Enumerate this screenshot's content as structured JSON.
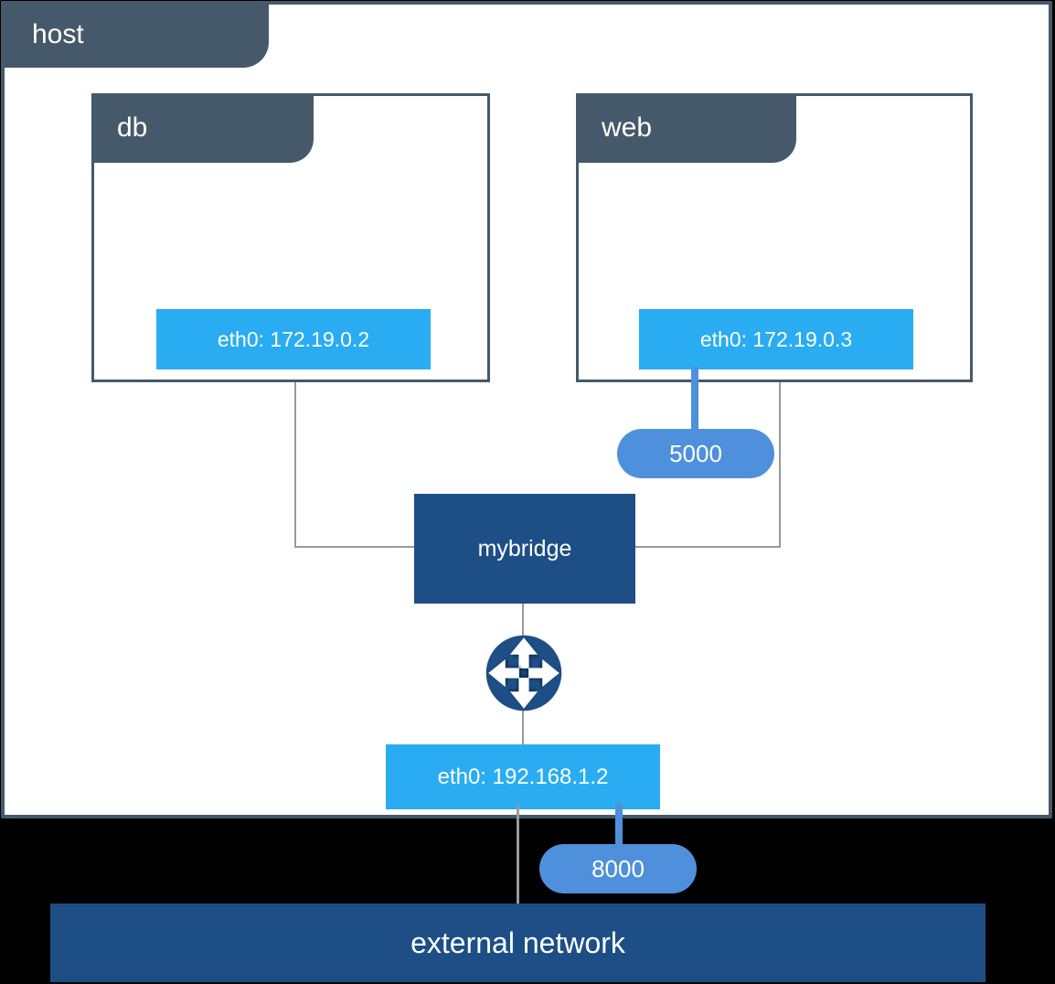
{
  "diagram": {
    "host": {
      "label": "host"
    },
    "containers": [
      {
        "name": "db",
        "interface": "eth0: 172.19.0.2"
      },
      {
        "name": "web",
        "interface": "eth0: 172.19.0.3"
      }
    ],
    "bridge": {
      "label": "mybridge"
    },
    "ports": [
      {
        "label": "5000"
      },
      {
        "label": "8000"
      }
    ],
    "host_interface": {
      "label": "eth0: 192.168.1.2"
    },
    "external_network": {
      "label": "external network"
    },
    "icons": {
      "router": "crossroads-arrows"
    }
  },
  "colors": {
    "container_border": "#46596b",
    "interface_blue": "#2aacf2",
    "port_blue": "#4f90dc",
    "node_navy": "#1d4e86",
    "connector_gray": "#999999",
    "background": "#000000"
  }
}
